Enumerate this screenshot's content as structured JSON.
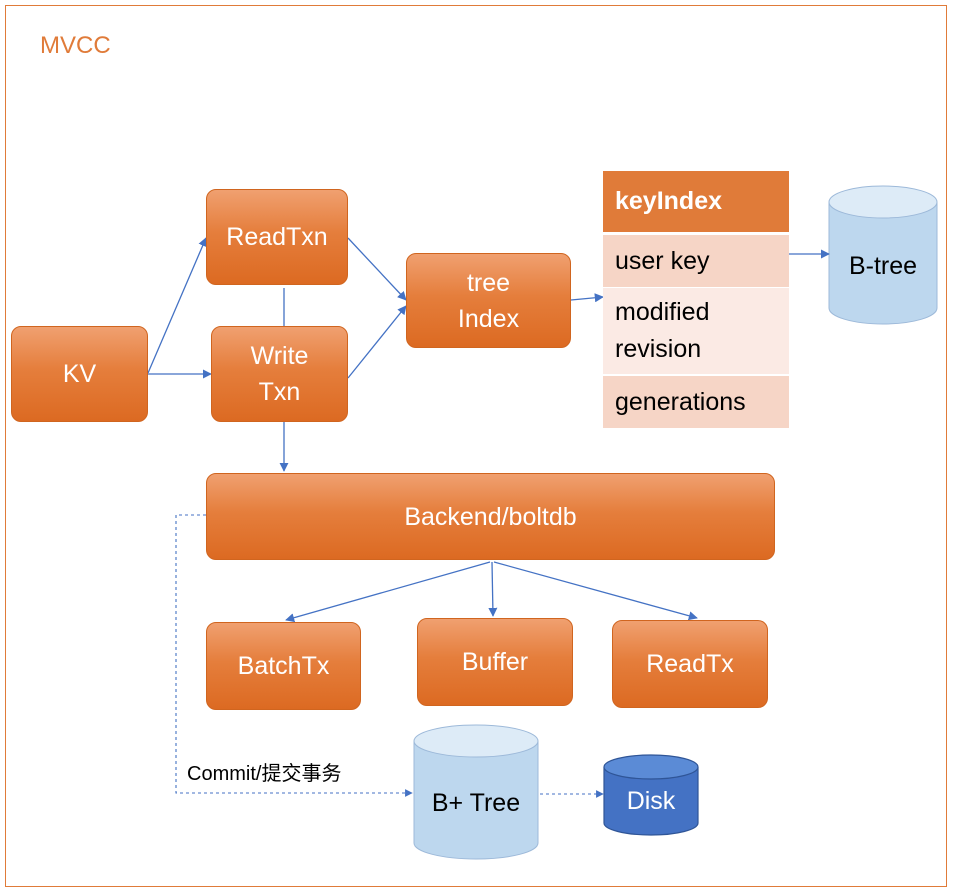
{
  "title": "MVCC",
  "nodes": {
    "kv": "KV",
    "read_txn": "ReadTxn",
    "write_txn": "Write\nTxn",
    "tree_index": "tree\nIndex",
    "backend": "Backend/boltdb",
    "batch_tx": "BatchTx",
    "buffer": "Buffer",
    "read_tx": "ReadTx"
  },
  "key_index": {
    "header": "keyIndex",
    "fields": [
      "user key",
      "modified\nrevision",
      "generations"
    ]
  },
  "cylinders": {
    "btree": "B-tree",
    "bplus_tree": "B+ Tree",
    "disk": "Disk"
  },
  "commit_label": "Commit/提交事务",
  "colors": {
    "accent": "#E07B39",
    "arrow": "#4472C4",
    "cylinder_light": "#BDD7EE",
    "cylinder_dark": "#4472C4"
  }
}
